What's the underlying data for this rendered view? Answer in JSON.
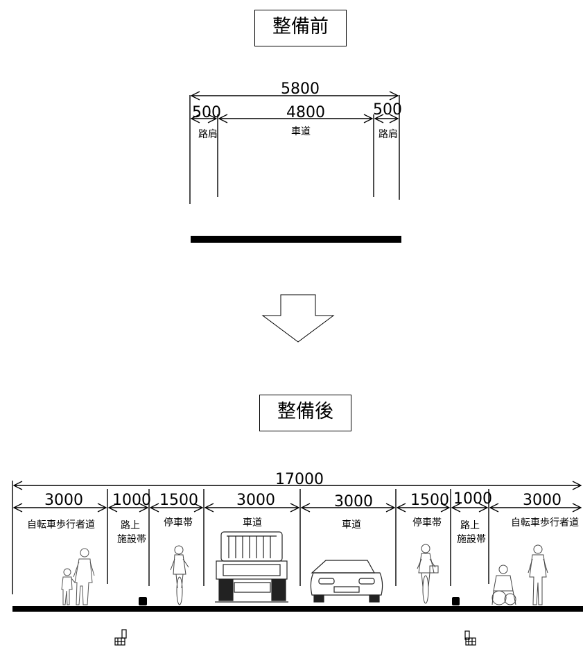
{
  "before": {
    "title": "整備前",
    "total": "5800",
    "segments": [
      {
        "width": "500",
        "label": "路肩"
      },
      {
        "width": "4800",
        "label": "車道"
      },
      {
        "width": "500",
        "label": "路肩"
      }
    ]
  },
  "after": {
    "title": "整備後",
    "total": "17000",
    "segments": [
      {
        "width": "3000",
        "label": "自転車歩行者道"
      },
      {
        "width": "1000",
        "label": "路上施設帯",
        "label_lines": [
          "路上",
          "施設帯"
        ]
      },
      {
        "width": "1500",
        "label": "停車帯"
      },
      {
        "width": "3000",
        "label": "車道"
      },
      {
        "width": "3000",
        "label": "車道"
      },
      {
        "width": "1500",
        "label": "停車帯"
      },
      {
        "width": "1000",
        "label": "路上施設帯",
        "label_lines": [
          "路上",
          "施設帯"
        ]
      },
      {
        "width": "3000",
        "label": "自転車歩行者道"
      }
    ]
  },
  "icons": [
    "pedestrians-icon",
    "bicycle-icon",
    "truck-icon",
    "car-icon",
    "wheelchair-icon",
    "arrow-down-icon",
    "tree-icon"
  ]
}
